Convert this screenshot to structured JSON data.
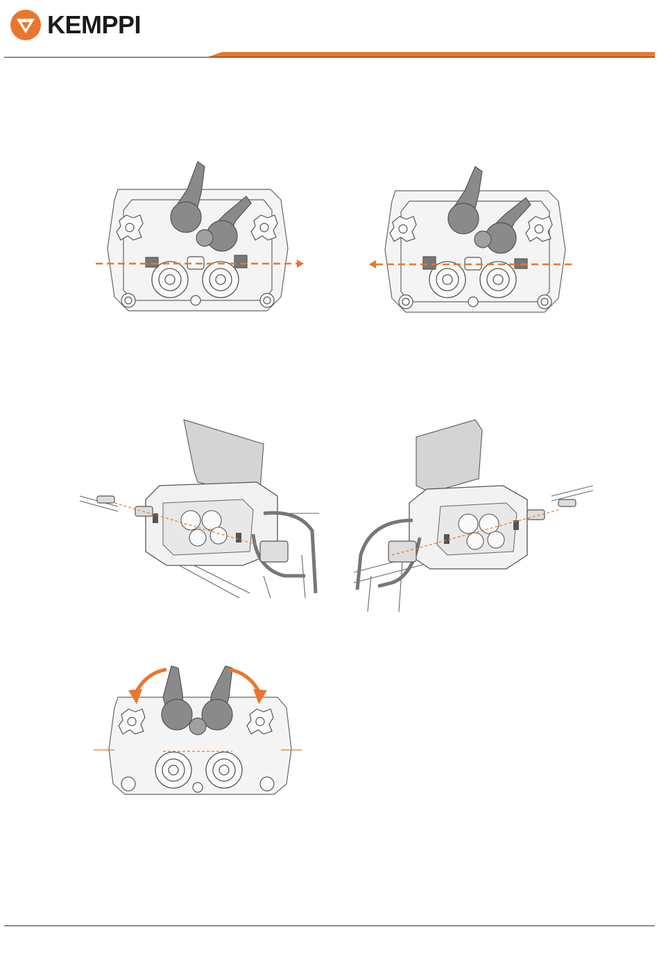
{
  "header": {
    "brand_name": "KEMPPI",
    "logo_icon": "kemppi-logo-icon",
    "accent_color": "#e8772e"
  },
  "figures": [
    {
      "name": "wire-feed-mechanism-feed-right",
      "icon": "wire-feeder-front-icon"
    },
    {
      "name": "wire-feed-mechanism-feed-left",
      "icon": "wire-feeder-front-icon"
    },
    {
      "name": "wire-feeder-open-lid-left-view",
      "icon": "wire-feeder-isometric-icon"
    },
    {
      "name": "wire-feeder-open-lid-right-view",
      "icon": "wire-feeder-isometric-icon"
    },
    {
      "name": "pressure-arms-open",
      "icon": "pressure-arm-release-icon"
    }
  ],
  "colors": {
    "line": "#555555",
    "fill_light": "#f3f3f3",
    "fill_dark": "#8a8a8a",
    "accent": "#e8772e"
  }
}
